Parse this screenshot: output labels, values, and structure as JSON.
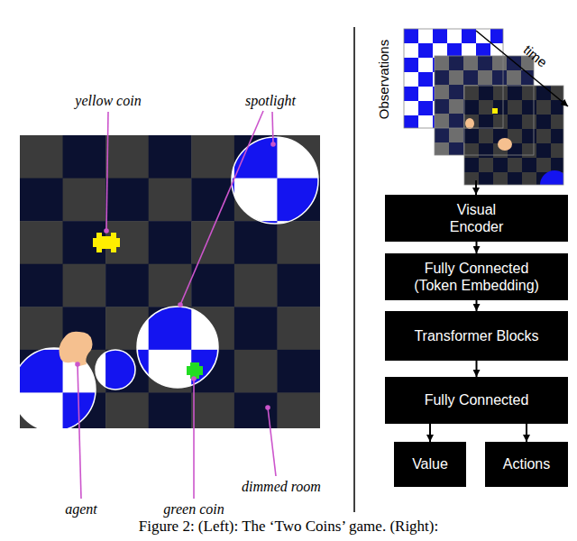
{
  "diagram": {
    "caption": "Figure 2: (Left): The ‘Two Coins’ game. (Right):",
    "nodes": [
      {
        "text": [
          "Visual Encoder"
        ]
      },
      {
        "text": [
          "Fully Connected (Token Embedding)"
        ]
      },
      {
        "text": [
          "Transformer Blocks"
        ]
      },
      {
        "text": [
          "Fully Connected"
        ]
      },
      {
        "text": [
          "Value"
        ]
      },
      {
        "text": [
          "Actions"
        ]
      }
    ],
    "edges": [
      {
        "from": 0,
        "to": 1,
        "arrow": "to"
      },
      {
        "from": 1,
        "to": 2,
        "arrow": "to"
      },
      {
        "from": 2,
        "to": 3,
        "arrow": "to"
      },
      {
        "from": 3,
        "to": 4,
        "arrow": "to"
      },
      {
        "from": 3,
        "to": 5,
        "arrow": "to"
      }
    ],
    "labels": [
      "yellow coin",
      "spotlight",
      "agent",
      "green coin",
      "dimmed room",
      "Observations",
      "time"
    ]
  }
}
